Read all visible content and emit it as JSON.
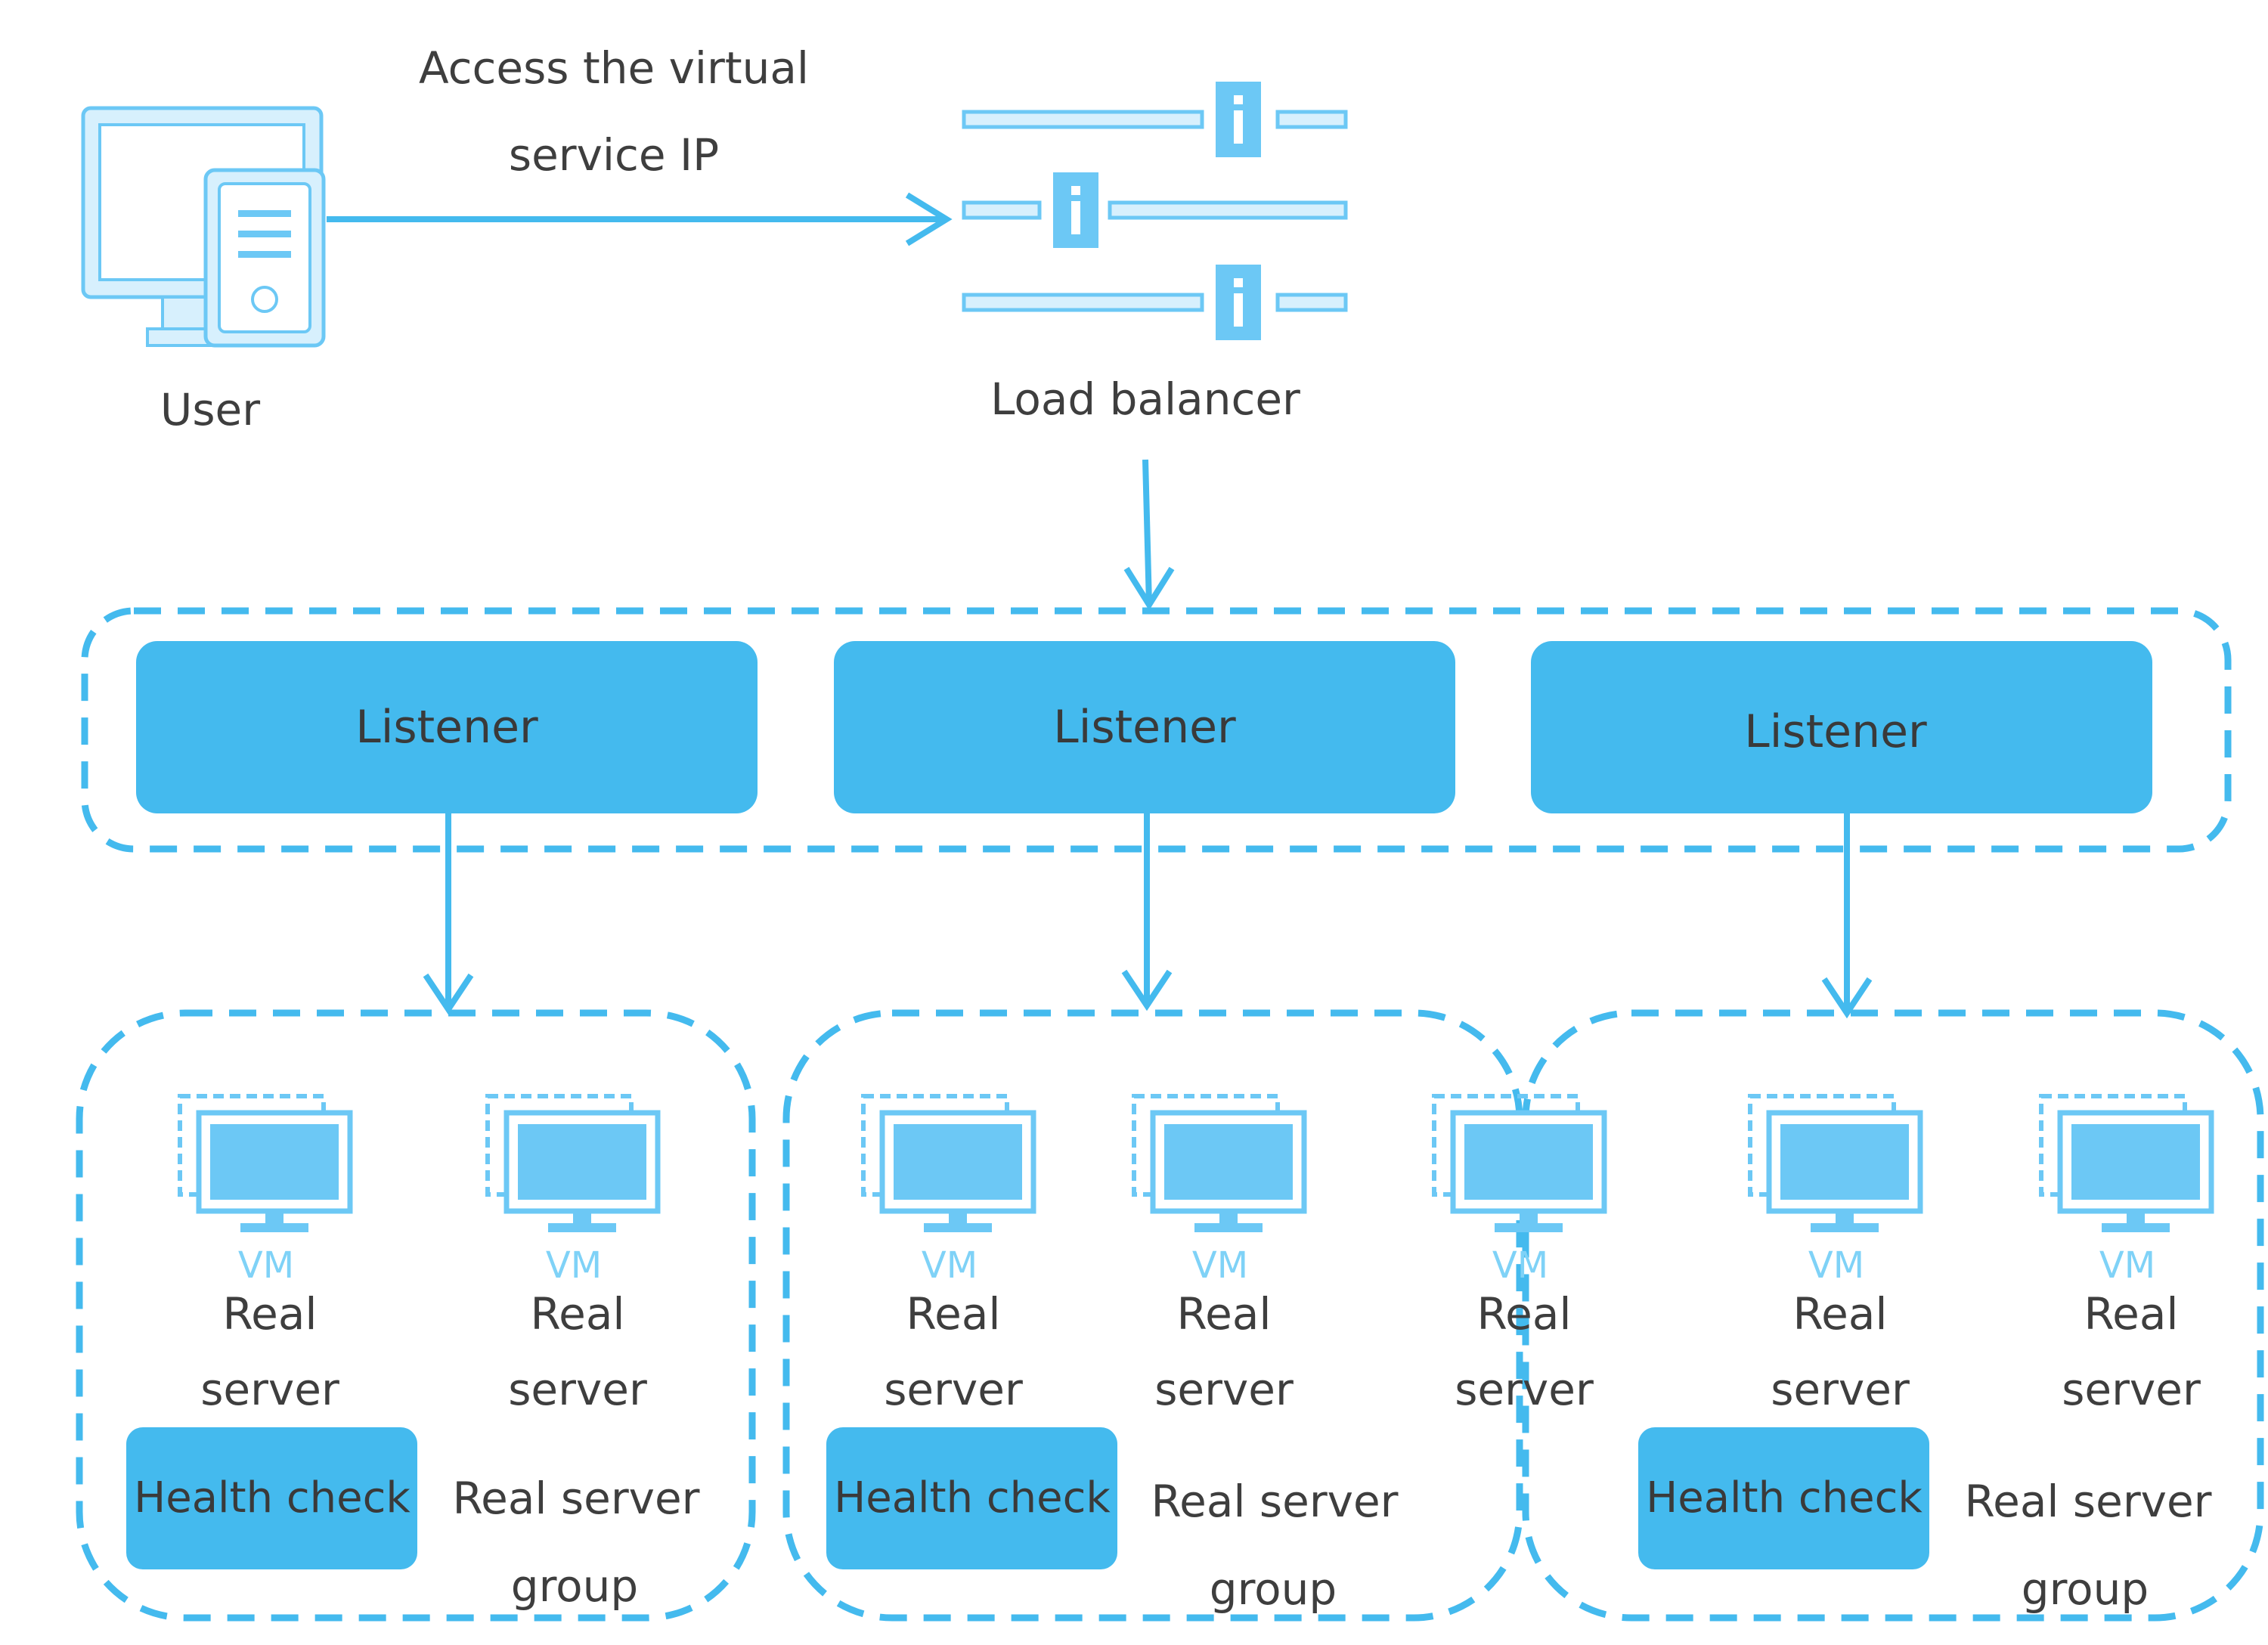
{
  "user": {
    "label": "User"
  },
  "access": {
    "line1": "Access the virtual",
    "line2": "service IP"
  },
  "load_balancer": {
    "label": "Load balancer"
  },
  "listeners": [
    "Listener",
    "Listener",
    "Listener"
  ],
  "vm_label": "VM",
  "real_server": {
    "line1": "Real",
    "line2": "server"
  },
  "health_check": "Health check",
  "group": {
    "line1": "Real server",
    "line2": "group"
  },
  "colors": {
    "accent": "#44baee",
    "light": "#6cc8f5",
    "pale": "#d7f0fd",
    "text": "#3e3e3e"
  }
}
